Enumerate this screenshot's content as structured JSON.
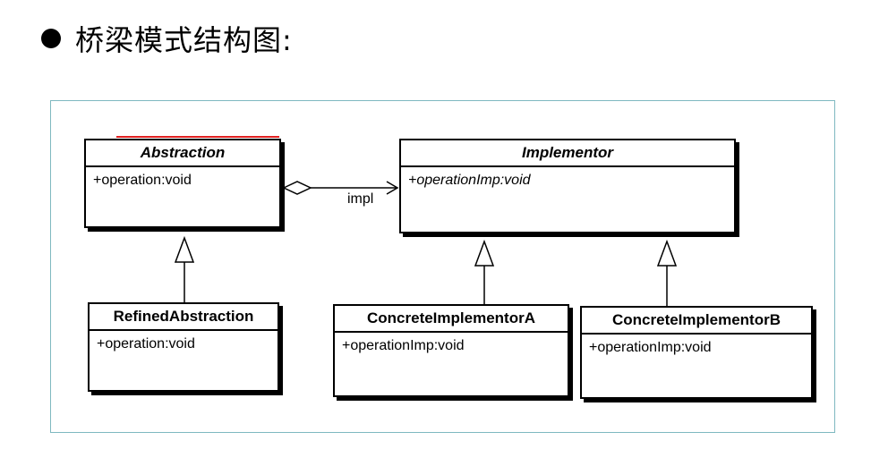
{
  "heading": {
    "text": "桥梁模式结构图:"
  },
  "classes": {
    "abstraction": {
      "name": "Abstraction",
      "member": "+operation:void"
    },
    "implementor": {
      "name": "Implementor",
      "member": "+operationImp:void"
    },
    "refined": {
      "name": "RefinedAbstraction",
      "member": "+operation:void"
    },
    "concreteA": {
      "name": "ConcreteImplementorA",
      "member": "+operationImp:void"
    },
    "concreteB": {
      "name": "ConcreteImplementorB",
      "member": "+operationImp:void"
    }
  },
  "association": {
    "label": "impl"
  },
  "colors": {
    "frame_border": "#7fb9c0",
    "accent_line": "#e02020"
  }
}
